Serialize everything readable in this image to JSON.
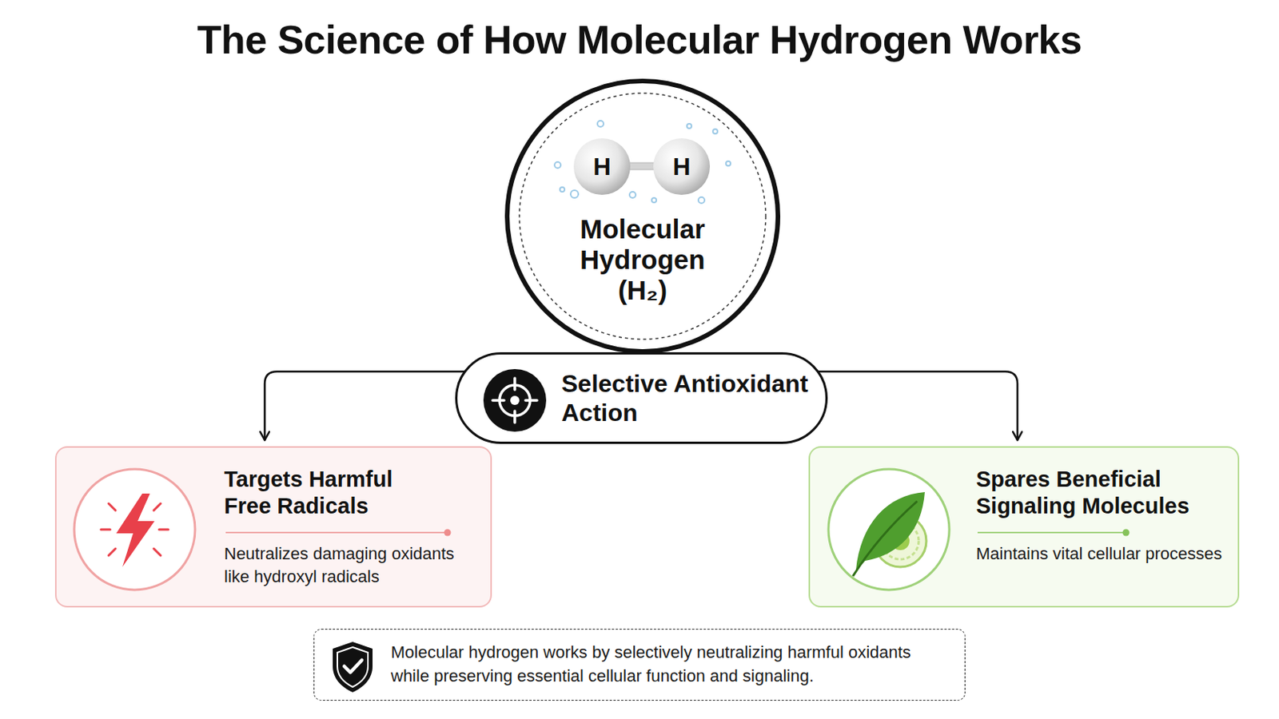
{
  "diagram": {
    "title": "The Science of How Molecular Hydrogen Works",
    "nodes": [
      {
        "text": [
          "Molecular Hydrogen (H₂)"
        ]
      },
      {
        "text": [
          "Selective Antioxidant Action"
        ]
      },
      {
        "text": [
          "Targets Harmful Free Radicals",
          "Neutralizes damaging oxidants like hydroxyl radicals"
        ]
      },
      {
        "text": [
          "Spares Beneficial Signaling Molecules",
          "Maintains vital cellular processes"
        ]
      },
      {
        "text": [
          "Molecular hydrogen works by selectively neutralizing harmful oxidants while preserving essential cellular function and signaling."
        ]
      }
    ],
    "edges": [
      {
        "from": 0,
        "to": 1,
        "arrow": "none"
      },
      {
        "from": 1,
        "to": 2,
        "arrow": "to"
      },
      {
        "from": 1,
        "to": 3,
        "arrow": "to"
      }
    ],
    "labels": [
      "H",
      "H"
    ]
  }
}
